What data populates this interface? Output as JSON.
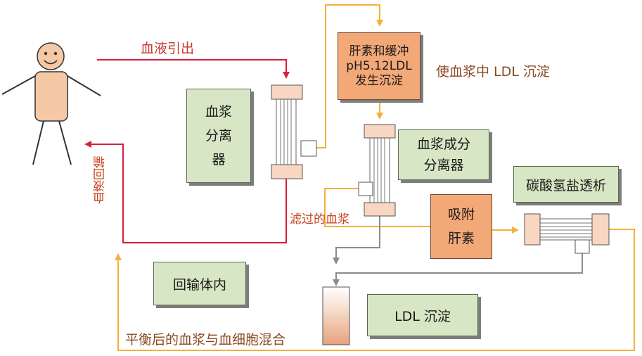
{
  "labels": {
    "blood_out": "血液引出",
    "blood_return": "血液回输",
    "heparin_box": [
      "肝素和缓冲",
      "pH5.12LDL",
      "发生沉淀"
    ],
    "precipitate_ldl": "使血浆中 LDL 沉淀",
    "plasma_separator": [
      "血浆",
      "分离",
      "器"
    ],
    "component_separator": [
      "血浆成分",
      "分离器"
    ],
    "filtered_plasma": "滤过的血浆",
    "bicarbonate_dialysis": "碳酸氢盐透析",
    "adsorb_heparin": [
      "吸附",
      "肝素"
    ],
    "return_body": "回输体内",
    "ldl_precipitate": "LDL 沉淀",
    "mixed": "平衡后的血浆与血细胞混合"
  },
  "colors": {
    "red_line": "#d6203a",
    "orange_line": "#f2b13a",
    "gray_line": "#8c8c8c",
    "box_green": "#d7e6c4",
    "box_orange": "#f3a877",
    "skin": "#f5c8a6",
    "label_brown": "#8a4a22"
  }
}
